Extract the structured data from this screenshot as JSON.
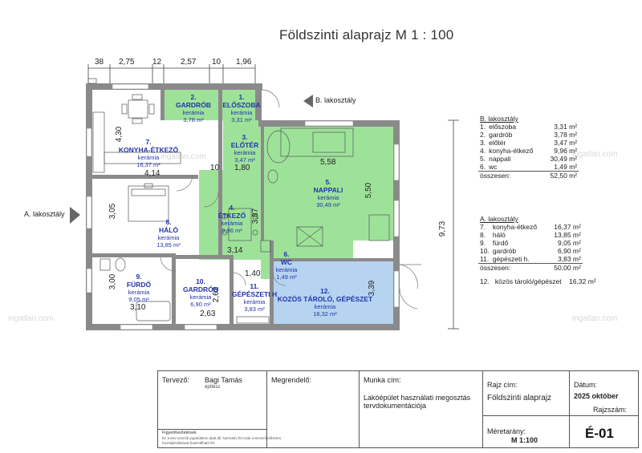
{
  "title": "Földszinti alaprajz M 1 : 100",
  "dimensions_top": [
    "38",
    "2,75",
    "12",
    "2,57",
    "10",
    "1,96"
  ],
  "dimensions_inner": {
    "d430": "4,30",
    "d414": "4,14",
    "d10": "10",
    "d180": "1,80",
    "d558": "5,58",
    "d550": "5,50",
    "d305": "3,05",
    "d387": "3,87",
    "d314": "3,14",
    "d140": "1,40",
    "d300": "3,00",
    "d262": "2,62",
    "d310": "3,10",
    "d263": "2,63",
    "d339": "3,39",
    "d973": "9,73"
  },
  "entrances": {
    "a": "A. lakosztály",
    "b": "B. lakosztály"
  },
  "rooms": [
    {
      "num": "1.",
      "name": "ELŐSZOBA",
      "material": "kerámia",
      "area": "3,31 m²"
    },
    {
      "num": "2.",
      "name": "GARDRÓB",
      "material": "kerámia",
      "area": "3,78 m²"
    },
    {
      "num": "3.",
      "name": "ELŐTÉR",
      "material": "kerámia",
      "area": "3,47 m²"
    },
    {
      "num": "4.",
      "name": "ÉTKEZŐ",
      "material": "kerámia",
      "area": "9,96 m²"
    },
    {
      "num": "5.",
      "name": "NAPPALI",
      "material": "kerámia",
      "area": "30,49 m²"
    },
    {
      "num": "6.",
      "name": "WC",
      "material": "kerámia",
      "area": "1,49 m²"
    },
    {
      "num": "7.",
      "name": "KONYHA-ÉTKEZŐ",
      "material": "kerámia",
      "area": "16,37 m²"
    },
    {
      "num": "8.",
      "name": "HÁLÓ",
      "material": "kerámia",
      "area": "13,85 m²"
    },
    {
      "num": "9.",
      "name": "FÜRDŐ",
      "material": "kerámia",
      "area": "9,05 m²"
    },
    {
      "num": "10.",
      "name": "GARDRÓB",
      "material": "kerámia",
      "area": "6,90 m²"
    },
    {
      "num": "11.",
      "name": "GÉPÉSZETI H",
      "material": "kerámia",
      "area": "3,83 m²"
    },
    {
      "num": "12.",
      "name": "KOZÖS TÁROLÓ, GÉPÉSZET",
      "material": "kerámia",
      "area": "16,32 m²"
    }
  ],
  "schedule_b": {
    "header": "B. lakosztály",
    "rows": [
      [
        "1.",
        "előszoba",
        "3,31 m²"
      ],
      [
        "2.",
        "gardrób",
        "3,78 m²"
      ],
      [
        "3.",
        "előtér",
        "3,47 m²"
      ],
      [
        "4.",
        "konyha-étkező",
        "9,96 m²"
      ],
      [
        "5.",
        "nappali",
        "30,49 m²"
      ],
      [
        "6.",
        "wc",
        "1,49 m²"
      ]
    ],
    "total_label": "összesen:",
    "total": "52,50 m²"
  },
  "schedule_a": {
    "header": "A. lakosztály",
    "rows": [
      [
        "7.",
        "konyha-étkező",
        "16,37 m²"
      ],
      [
        "8.",
        "háló",
        "13,85 m²"
      ],
      [
        "9.",
        "fürdő",
        "9,05 m²"
      ],
      [
        "10.",
        "gardrób",
        "6,90 m²"
      ],
      [
        "11.",
        "gépészeti h.",
        "3,83 m²"
      ]
    ],
    "total_label": "összesen:",
    "total": "50,00 m²"
  },
  "common": {
    "num": "12.",
    "name": "közös tároló/gépészet",
    "area": "16,32 m²"
  },
  "titleblock": {
    "designer_label": "Tervező:",
    "designer_name": "Bagi Tamás",
    "designer_role": "építész",
    "client_label": "Megrendelő:",
    "work_label": "Munka cím:",
    "work_desc_1": "Lakóépület használati megosztás",
    "work_desc_2": "tervdokumentációja",
    "drawing_label": "Rajz cím:",
    "drawing_title": "Földszinti alaprajz",
    "date_label": "Dátum:",
    "date": "2025 október",
    "drawing_no_label": "Rajzszám:",
    "scale_label": "Méretarány:",
    "scale": "M 1:100",
    "drawing_no": "É-01",
    "note_title": "Figyelmeztetések",
    "note_1": "Ez a terv szerzői jogvédelem alatt áll. Normatív fel csak a tervező előzetes",
    "note_2": "hozzájárulásával használható fel."
  },
  "watermark": "ingatlan.com",
  "colors": {
    "green": "#9ee29a",
    "blue": "#b6d3f0",
    "wall": "#8a8a8a",
    "room_text": "#2233aa"
  }
}
